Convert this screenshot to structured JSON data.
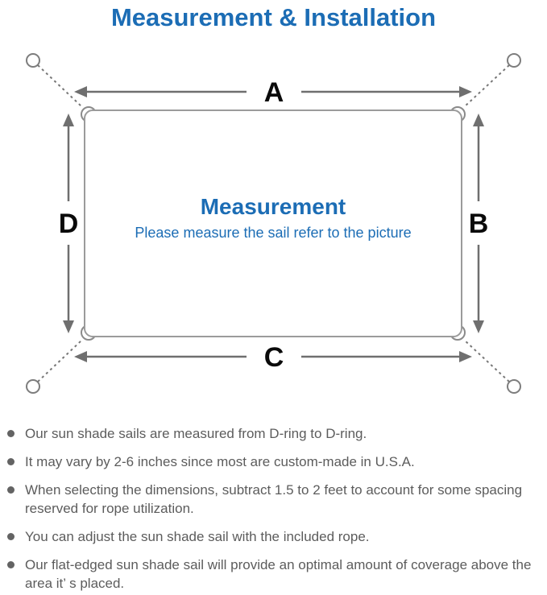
{
  "title": "Measurement & Installation",
  "diagram": {
    "label_a": "A",
    "label_b": "B",
    "label_c": "C",
    "label_d": "D",
    "center_title": "Measurement",
    "center_subtitle": "Please measure the sail refer to the picture"
  },
  "bullets": [
    "Our sun shade sails are measured from D-ring to D-ring.",
    "It may vary by 2-6 inches since most are custom-made in U.S.A.",
    "When selecting the dimensions, subtract 1.5 to 2 feet to account for some spacing reserved for rope utilization.",
    "You can adjust the sun shade sail with the included rope.",
    "Our flat-edged sun shade sail will provide an optimal amount of coverage above the area it’ s placed."
  ],
  "colors": {
    "accent_blue": "#1c6db5",
    "dimension_label_black": "#0a0a0a",
    "sail_outline_gray": "#9b9b9b",
    "arrow_gray": "#6f6f6f",
    "rope_gray": "#777777",
    "note_text_gray": "#5c5c5c"
  }
}
